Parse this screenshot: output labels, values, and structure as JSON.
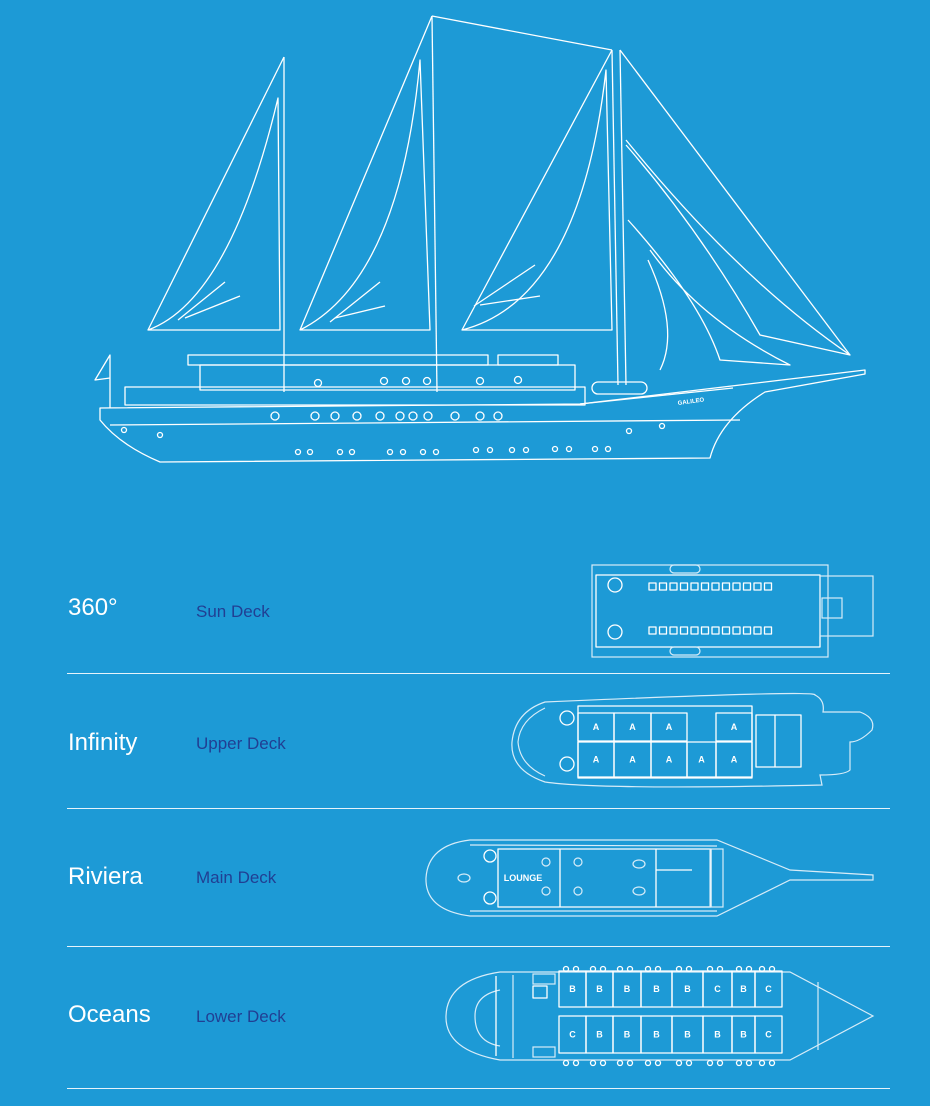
{
  "ship": {
    "hull_name": "GALILEO"
  },
  "decks": [
    {
      "name": "360°",
      "deck": "Sun Deck"
    },
    {
      "name": "Infinity",
      "deck": "Upper Deck",
      "cabins_top": [
        "A",
        "A",
        "A",
        "A"
      ],
      "cabins_bottom": [
        "A",
        "A",
        "A",
        "A",
        "A"
      ]
    },
    {
      "name": "Riviera",
      "deck": "Main Deck",
      "room_label": "LOUNGE"
    },
    {
      "name": "Oceans",
      "deck": "Lower Deck",
      "cabins_top": [
        "B",
        "B",
        "B",
        "B",
        "B",
        "C",
        "B",
        "C"
      ],
      "cabins_bottom": [
        "C",
        "B",
        "B",
        "B",
        "B",
        "B",
        "B",
        "C"
      ]
    }
  ],
  "colors": {
    "background": "#1d9ad6",
    "deck_label": "#213f93",
    "line": "#ffffff"
  }
}
